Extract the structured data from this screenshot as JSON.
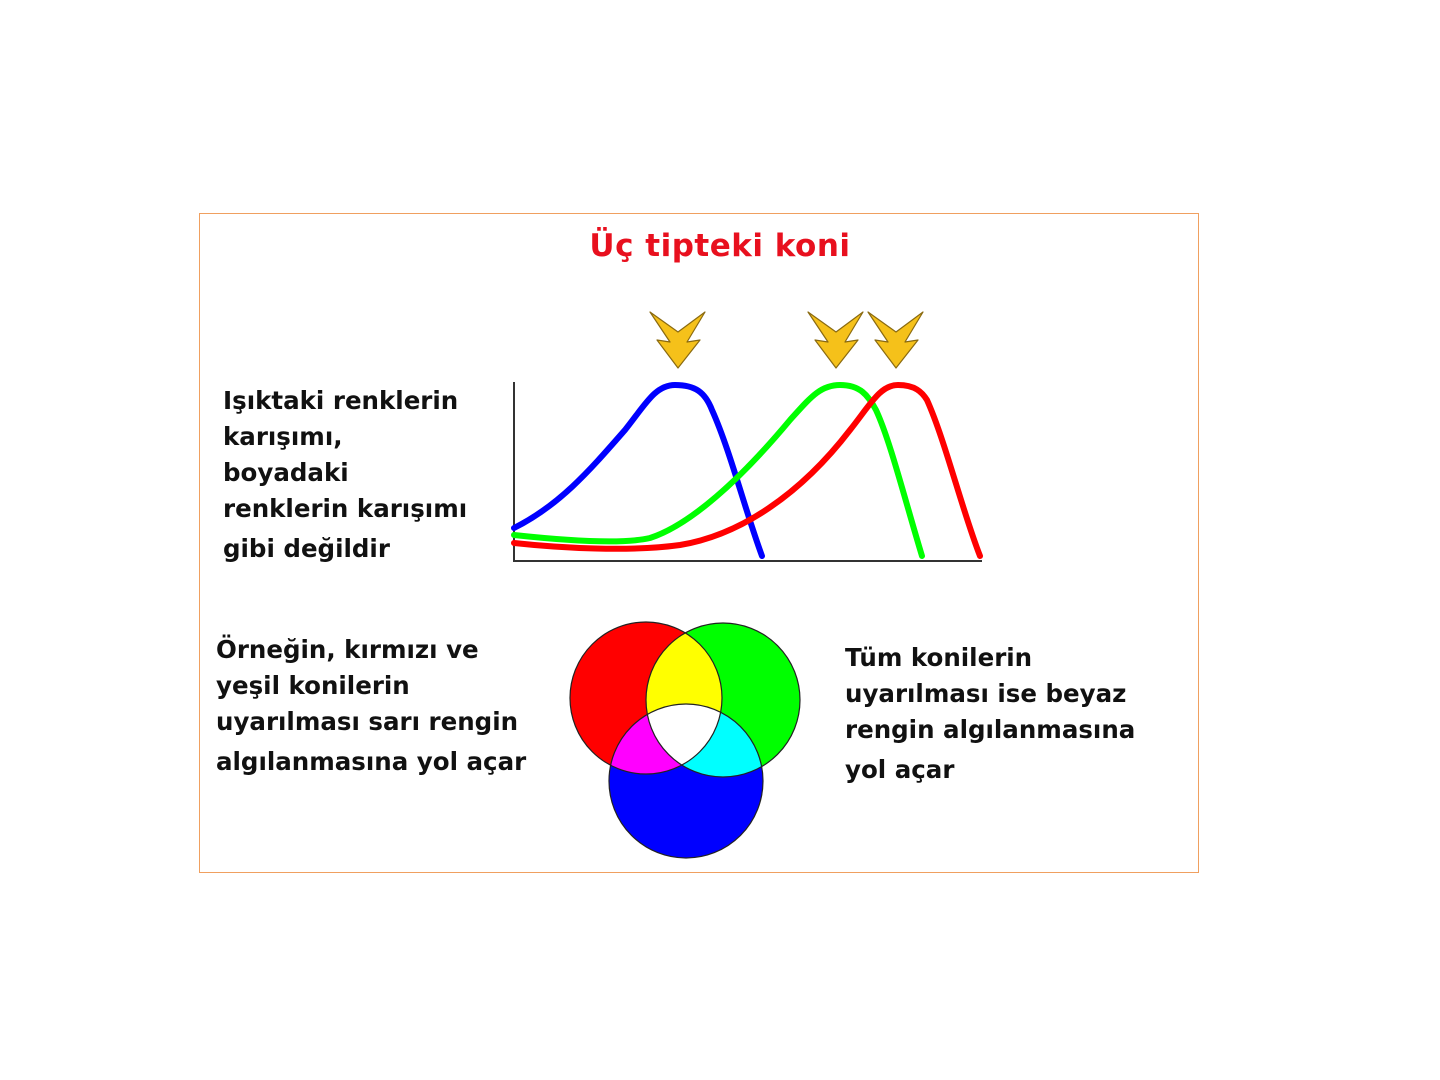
{
  "slide": {
    "title": "Üç tipteki koni",
    "title_color": "#e8101e",
    "border_color": "#f0a060",
    "left_top_text": {
      "lines": [
        "Işıktaki renklerin",
        "karışımı,",
        "boyadaki",
        "renklerin karışımı",
        "gibi değildir"
      ]
    },
    "left_bottom_text": {
      "lines": [
        "Örneğin, kırmızı ve",
        "yeşil konilerin",
        "uyarılması sarı rengin",
        "algılanmasına yol açar"
      ]
    },
    "right_bottom_text": {
      "lines": [
        "Tüm konilerin",
        "uyarılması ise beyaz",
        "rengin algılanmasına",
        "yol açar"
      ]
    },
    "arrows": {
      "icon": "down-arrow-icon",
      "color": "#f5c11a",
      "count": 3,
      "points_to": [
        "blue peak",
        "green peak",
        "red peak"
      ]
    },
    "venn": {
      "circles": [
        {
          "name": "red",
          "color": "#ff0000"
        },
        {
          "name": "green",
          "color": "#00ff00"
        },
        {
          "name": "blue",
          "color": "#0000ff"
        }
      ],
      "overlaps": [
        {
          "name": "red+green",
          "color": "#ffff00"
        },
        {
          "name": "red+blue",
          "color": "#ff00ff"
        },
        {
          "name": "green+blue",
          "color": "#00ffff"
        },
        {
          "name": "red+green+blue",
          "color": "#ffffff"
        }
      ]
    }
  },
  "chart_data": {
    "type": "line",
    "title": "",
    "xlabel": "",
    "ylabel": "",
    "grid": false,
    "legend": "none",
    "note": "Schematic cone sensitivity curves; no tick labels shown. x and y in relative units 0-100.",
    "series": [
      {
        "name": "blue (S-cone)",
        "color": "#0000ff",
        "x": [
          0,
          10,
          20,
          30,
          35,
          40,
          45,
          50,
          53
        ],
        "y": [
          17,
          33,
          60,
          88,
          100,
          96,
          60,
          20,
          0
        ]
      },
      {
        "name": "green (M-cone)",
        "color": "#00ff00",
        "x": [
          0,
          15,
          30,
          45,
          55,
          68,
          73,
          78,
          87
        ],
        "y": [
          13,
          10,
          12,
          50,
          75,
          100,
          96,
          60,
          0
        ]
      },
      {
        "name": "red (L-cone)",
        "color": "#ff0000",
        "x": [
          0,
          20,
          35,
          50,
          65,
          80,
          86,
          90,
          100
        ],
        "y": [
          9,
          7,
          9,
          22,
          50,
          100,
          98,
          70,
          0
        ]
      }
    ]
  }
}
